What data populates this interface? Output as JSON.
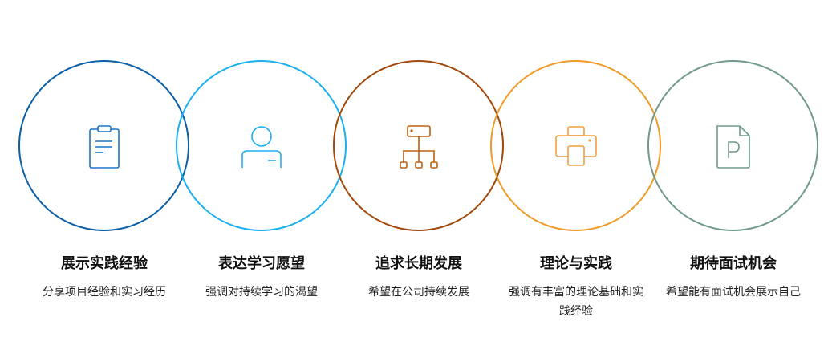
{
  "steps": [
    {
      "title": "展示实践经验",
      "desc": "分享项目经验和实习经历",
      "color": "#0a5fa8",
      "icon": "clipboard-icon"
    },
    {
      "title": "表达学习愿望",
      "desc": "强调对持续学习的渴望",
      "color": "#1ab0f0",
      "icon": "user-icon"
    },
    {
      "title": "追求长期发展",
      "desc": "希望在公司持续发展",
      "color": "#a0480a",
      "icon": "org-chart-icon"
    },
    {
      "title": "理论与实践",
      "desc": "强调有丰富的理论基础和实践经验",
      "color": "#f09a28",
      "icon": "printer-icon"
    },
    {
      "title": "期待面试机会",
      "desc": "希望能有面试机会展示自己",
      "color": "#6f9a88",
      "icon": "ppt-file-icon"
    }
  ]
}
